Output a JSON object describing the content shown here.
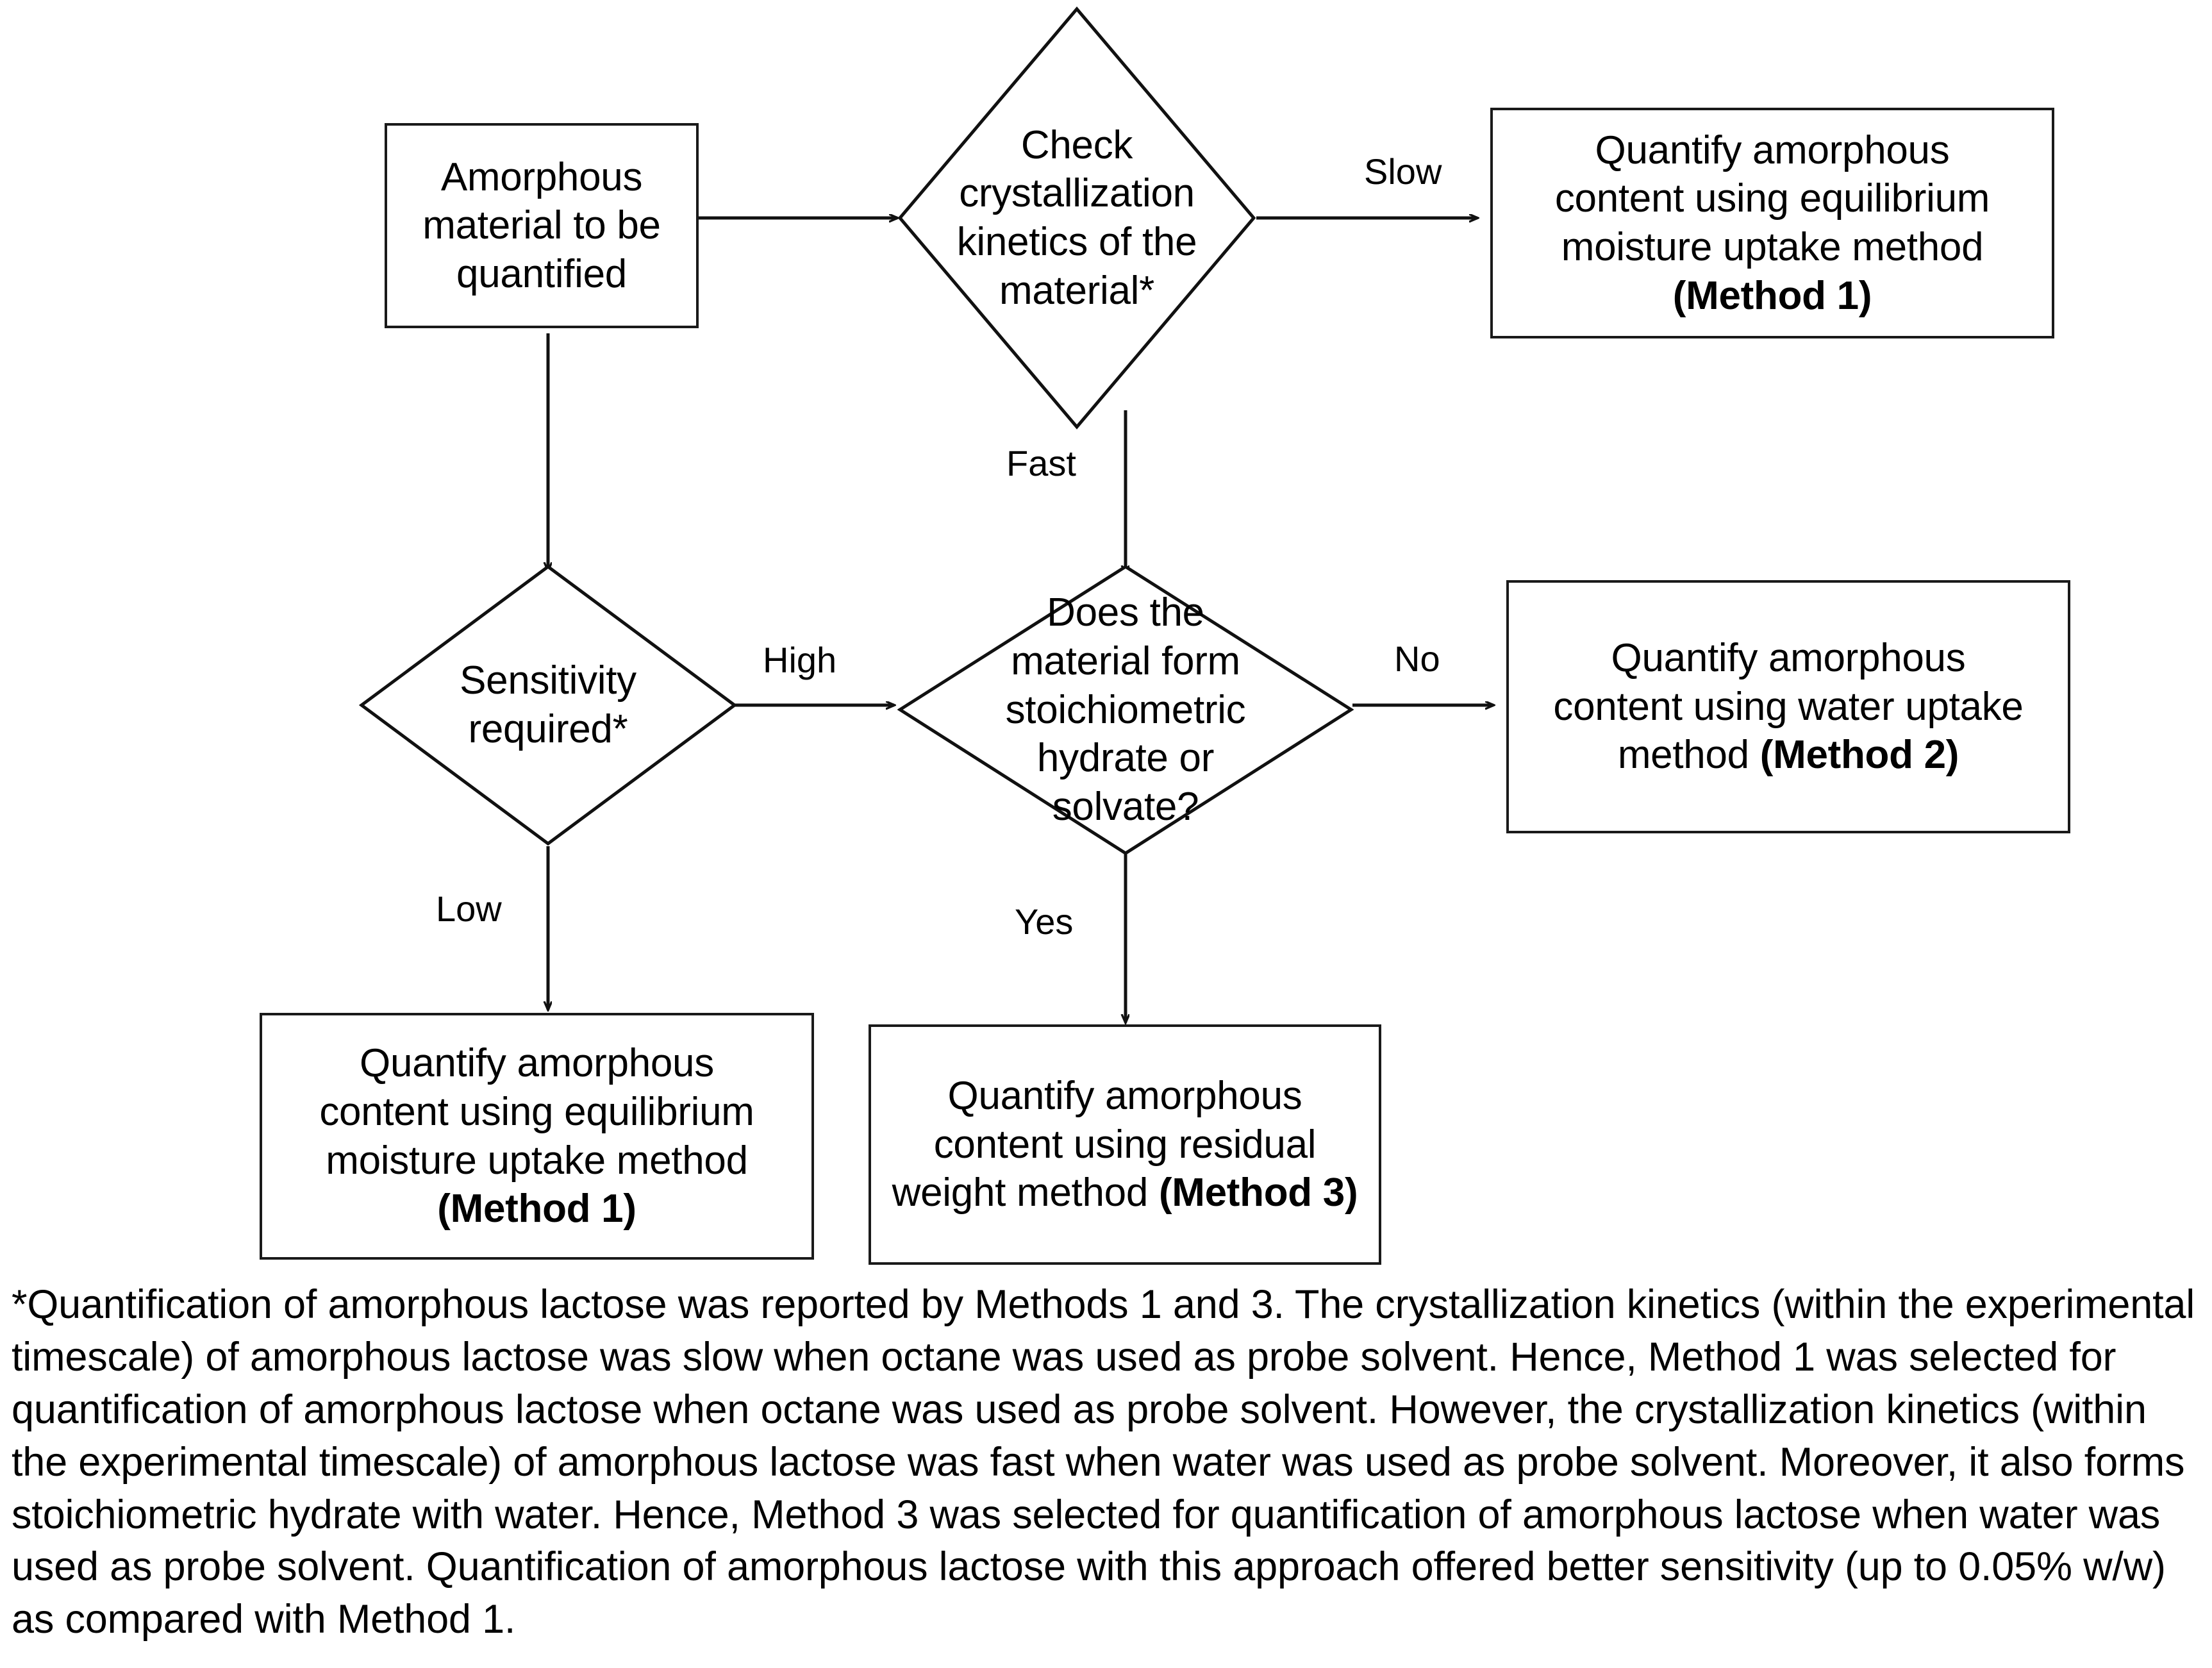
{
  "figure": {
    "type": "flowchart",
    "title": "Decision tree for selecting amorphous content quantification method"
  },
  "nodes": {
    "start": {
      "id": "amorphous-material",
      "shape": "box",
      "lines": [
        "Amorphous",
        "material to be",
        "quantified"
      ]
    },
    "decision_kinetics": {
      "id": "check-crystallization-kinetics",
      "shape": "diamond",
      "lines": [
        "Check",
        "crystallization",
        "kinetics of the",
        "material*"
      ]
    },
    "method1_top": {
      "id": "method-1-equilibrium-moisture-uptake-top",
      "shape": "box",
      "lines": [
        "Quantify amorphous",
        "content using equilibrium",
        "moisture uptake method"
      ],
      "bold_line": "(Method 1)"
    },
    "decision_sensitivity": {
      "id": "sensitivity-required",
      "shape": "diamond",
      "lines": [
        "Sensitivity",
        "required*"
      ]
    },
    "decision_hydrate": {
      "id": "stoichiometric-hydrate-or-solvate",
      "shape": "diamond",
      "lines": [
        "Does the",
        "material form",
        "stoichiometric",
        "hydrate or",
        "solvate?"
      ]
    },
    "method2": {
      "id": "method-2-water-uptake",
      "shape": "box",
      "line1": "Quantify amorphous",
      "line2": "content using water uptake",
      "line3_plain": "method ",
      "line3_bold": "(Method 2)"
    },
    "method1_bottom": {
      "id": "method-1-equilibrium-moisture-uptake-bottom",
      "shape": "box",
      "lines": [
        "Quantify amorphous",
        "content using equilibrium",
        "moisture uptake method"
      ],
      "bold_line": "(Method 1)"
    },
    "method3": {
      "id": "method-3-residual-weight",
      "shape": "box",
      "line1": "Quantify amorphous",
      "line2": "content using residual",
      "line3_plain": "weight method ",
      "line3_bold": "(Method 3)"
    }
  },
  "edge_labels": {
    "slow": "Slow",
    "fast": "Fast",
    "high": "High",
    "low": "Low",
    "no": "No",
    "yes": "Yes"
  },
  "footnote": {
    "text": "*Quantification of amorphous lactose was reported by Methods 1 and 3. The crystallization kinetics (within the experimental timescale) of amorphous lactose was slow when octane was used as probe solvent. Hence, Method 1 was selected for quantification of amorphous lactose when octane was used as probe solvent. However, the crystallization kinetics (within the experimental timescale) of amorphous lactose was fast when water was used as probe solvent. Moreover, it also forms stoichiometric hydrate with water. Hence, Method 3 was selected for quantification of amorphous lactose when water was used as probe solvent. Quantification of amorphous lactose with this approach offered better sensitivity (up to 0.05% w/w) as compared with Method 1."
  },
  "colors": {
    "stroke": "#1a1a1a",
    "background": "#ffffff",
    "text": "#000000"
  }
}
